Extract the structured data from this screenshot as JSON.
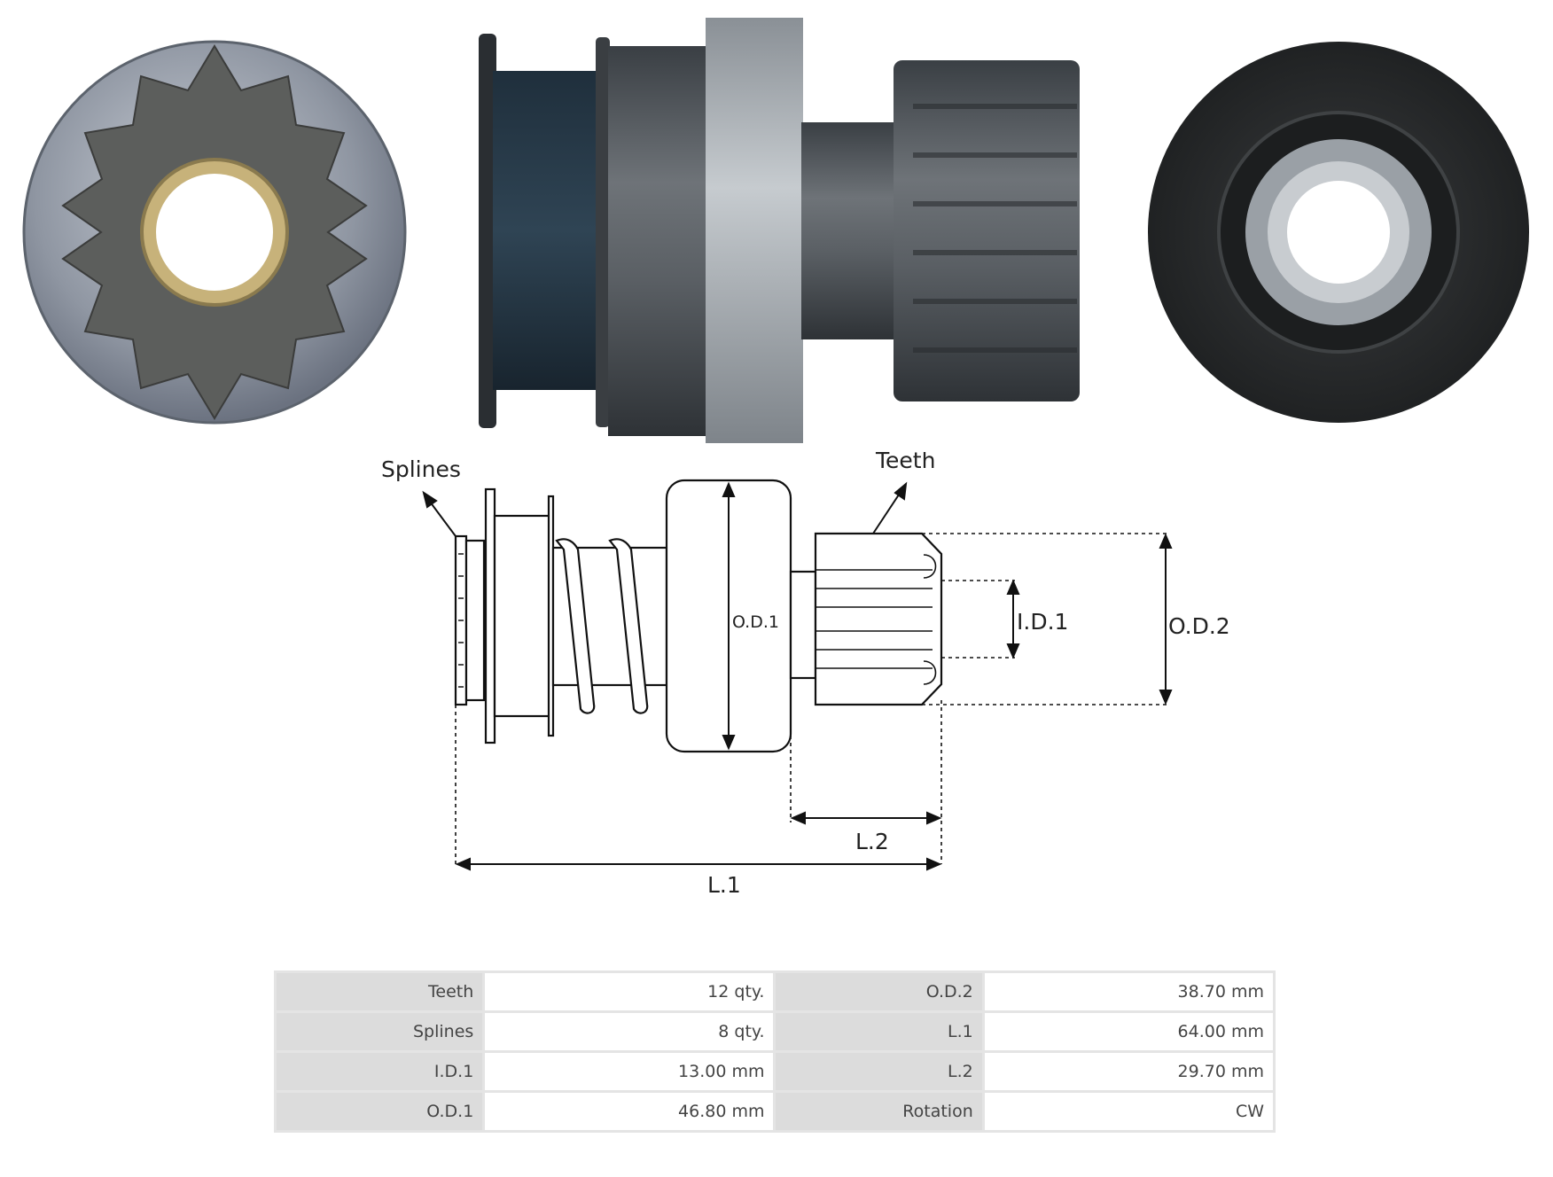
{
  "diagram": {
    "labels": {
      "splines": "Splines",
      "teeth": "Teeth",
      "od1": "O.D.1",
      "id1": "I.D.1",
      "od2": "O.D.2",
      "l2": "L.2",
      "l1": "L.1"
    }
  },
  "specs": {
    "rows": [
      {
        "label_a": "Teeth",
        "value_a": "12 qty.",
        "label_b": "O.D.2",
        "value_b": "38.70 mm"
      },
      {
        "label_a": "Splines",
        "value_a": "8 qty.",
        "label_b": "L.1",
        "value_b": "64.00 mm"
      },
      {
        "label_a": "I.D.1",
        "value_a": "13.00 mm",
        "label_b": "L.2",
        "value_b": "29.70 mm"
      },
      {
        "label_a": "O.D.1",
        "value_a": "46.80 mm",
        "label_b": "Rotation",
        "value_b": "CW"
      }
    ]
  }
}
